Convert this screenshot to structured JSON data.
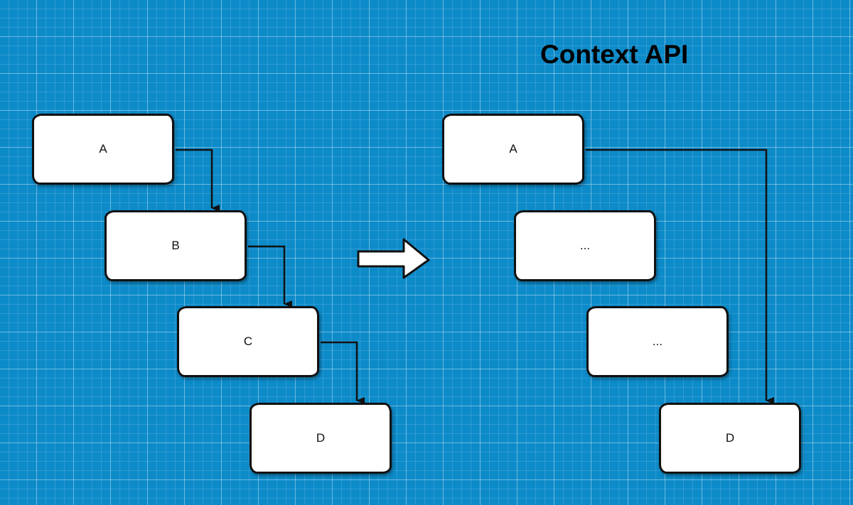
{
  "title": "Context API",
  "left_tree": {
    "nodes": [
      {
        "label": "A"
      },
      {
        "label": "B"
      },
      {
        "label": "C"
      },
      {
        "label": "D"
      }
    ]
  },
  "right_tree": {
    "nodes": [
      {
        "label": "A"
      },
      {
        "label": "..."
      },
      {
        "label": "..."
      },
      {
        "label": "D"
      }
    ]
  },
  "colors": {
    "background": "#0d8bc9",
    "node_fill": "#ffffff",
    "stroke": "#111111",
    "title": "#000000"
  }
}
